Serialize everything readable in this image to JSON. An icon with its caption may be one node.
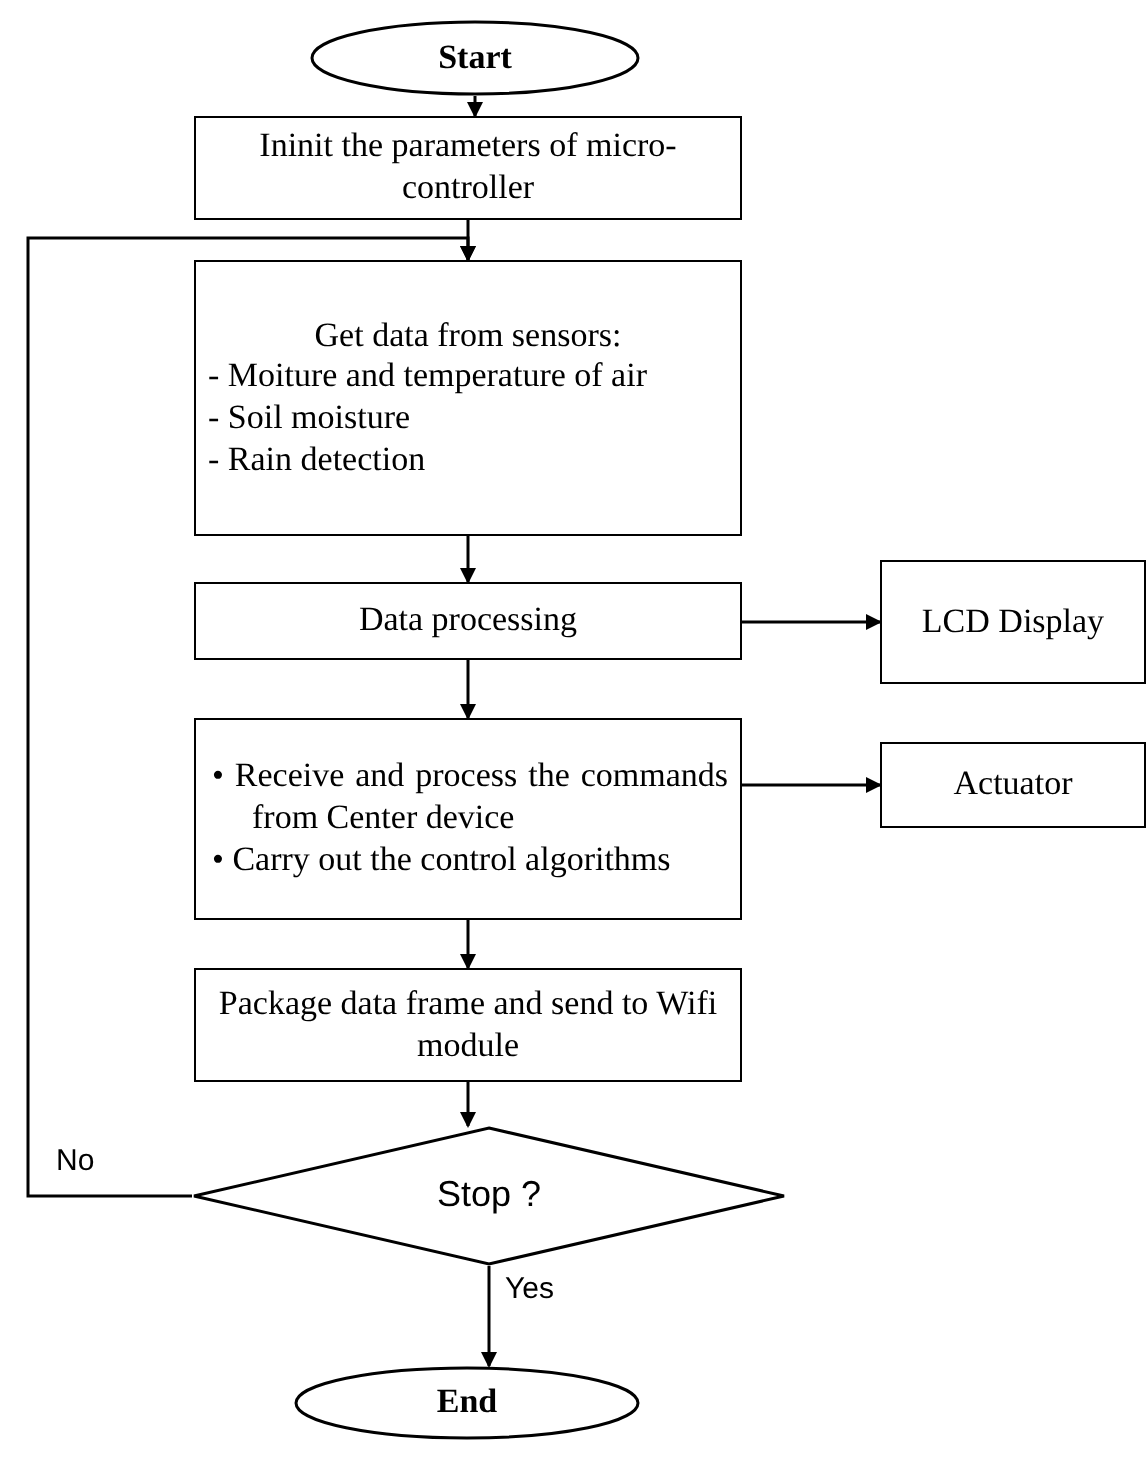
{
  "diagram": {
    "nodes": [
      {
        "text": [
          "Start"
        ]
      },
      {
        "text": [
          "Ininit the parameters of micro-controller"
        ]
      },
      {
        "text": [
          "Get data from sensors:",
          "- Moiture and temperature of air",
          "- Soil moisture",
          "- Rain detection"
        ]
      },
      {
        "text": [
          "Data processing"
        ]
      },
      {
        "text": [
          "LCD Display"
        ]
      },
      {
        "text": [
          "• Receive and process the commands from Center device",
          "• Carry out the control algorithms"
        ]
      },
      {
        "text": [
          "Actuator"
        ]
      },
      {
        "text": [
          "Package data frame and send to Wifi module"
        ]
      },
      {
        "text": [
          "Stop ?"
        ]
      },
      {
        "text": [
          "End"
        ]
      }
    ],
    "edges": [
      {
        "from": 0,
        "to": 1,
        "arrow": "to"
      },
      {
        "from": 1,
        "to": 2,
        "arrow": "to"
      },
      {
        "from": 2,
        "to": 3,
        "arrow": "to"
      },
      {
        "from": 3,
        "to": 4,
        "arrow": "to"
      },
      {
        "from": 3,
        "to": 5,
        "arrow": "to"
      },
      {
        "from": 5,
        "to": 6,
        "arrow": "to"
      },
      {
        "from": 5,
        "to": 7,
        "arrow": "to"
      },
      {
        "from": 7,
        "to": 8,
        "arrow": "to"
      },
      {
        "from": 8,
        "to": 2,
        "arrow": "to",
        "label": "No"
      },
      {
        "from": 8,
        "to": 9,
        "arrow": "to",
        "label": "Yes"
      }
    ]
  }
}
